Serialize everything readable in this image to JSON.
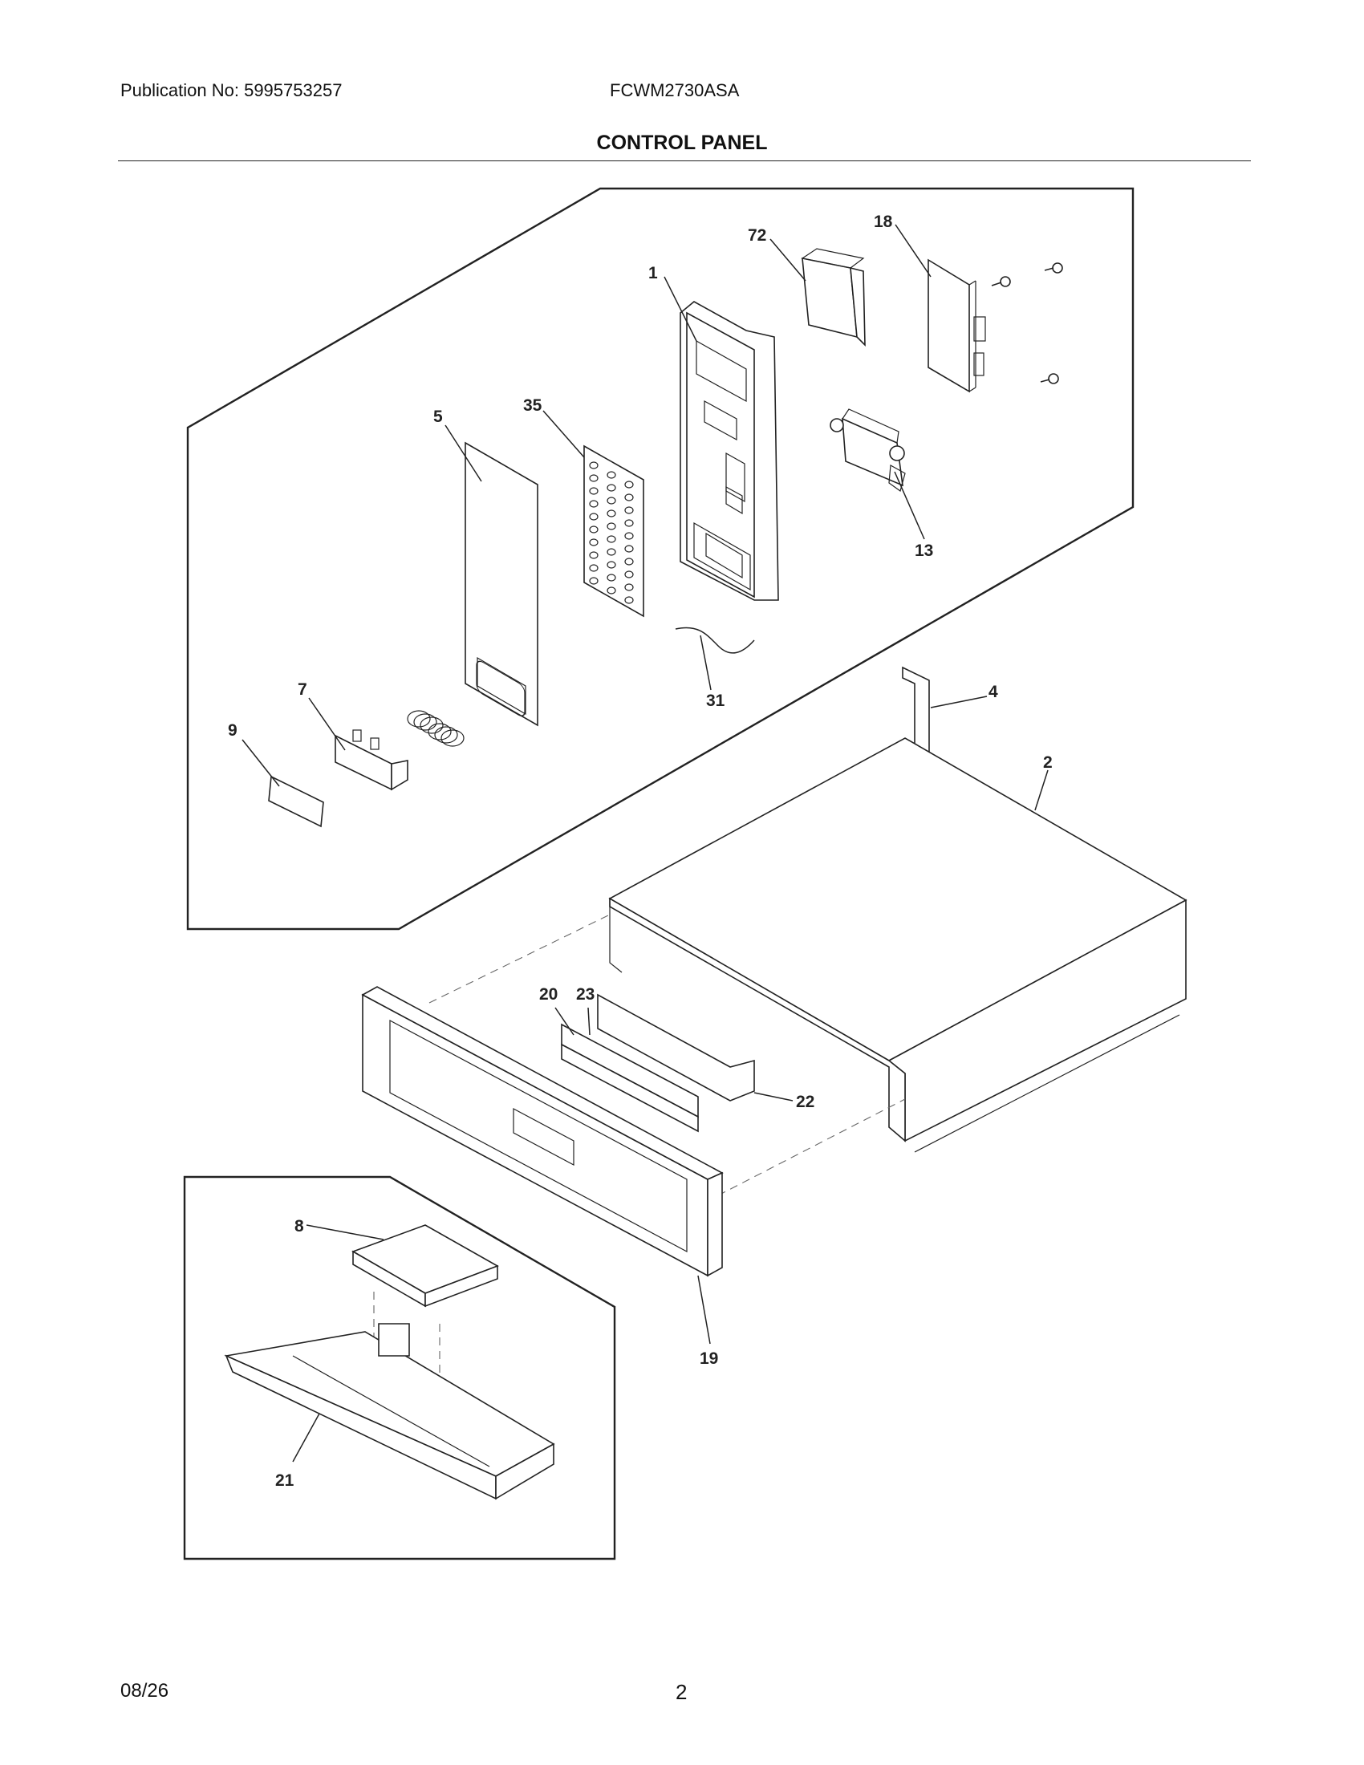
{
  "header": {
    "publication": "Publication No: 5995753257",
    "model": "FCWM2730ASA",
    "title": "CONTROL PANEL"
  },
  "footer": {
    "date": "08/26",
    "page": "2"
  },
  "callouts": {
    "c1": "1",
    "c2": "2",
    "c4": "4",
    "c5": "5",
    "c7": "7",
    "c8": "8",
    "c9": "9",
    "c13": "13",
    "c18": "18",
    "c19": "19",
    "c20": "20",
    "c21": "21",
    "c22": "22",
    "c23": "23",
    "c31": "31",
    "c35": "35",
    "c72": "72"
  }
}
